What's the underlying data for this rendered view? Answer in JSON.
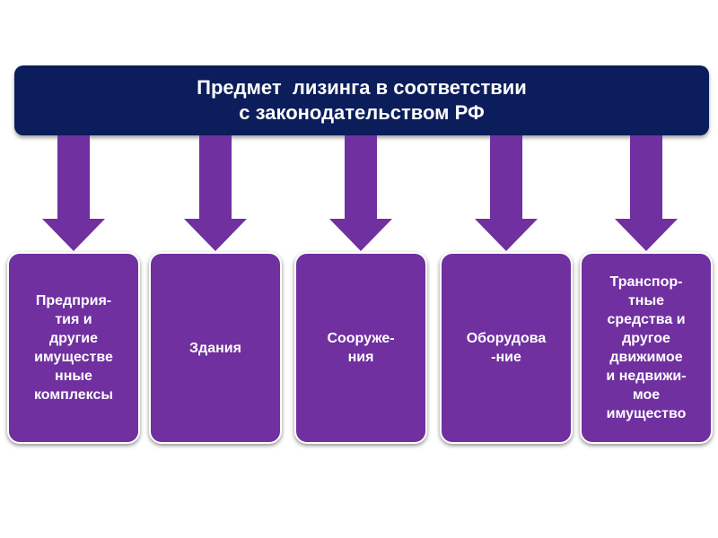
{
  "header": {
    "title_lines": [
      "Предмет  лизинга в соответствии",
      "с законодательством РФ"
    ]
  },
  "categories": [
    {
      "lines": [
        "Предприя-",
        "тия и",
        "другие",
        "имуществе",
        "нные",
        "комплексы"
      ]
    },
    {
      "lines": [
        "Здания"
      ]
    },
    {
      "lines": [
        "Сооруже-",
        "ния"
      ]
    },
    {
      "lines": [
        "Оборудова",
        "-ние"
      ]
    },
    {
      "lines": [
        "Транспор-",
        "тные",
        "средства и",
        "другое",
        "движимое",
        "и недвижи-",
        "мое",
        "имущество"
      ]
    }
  ],
  "colors": {
    "header_bg": "#0b1d5a",
    "arrow": "#7030a0",
    "box_bg": "#7030a0",
    "text": "#ffffff"
  }
}
